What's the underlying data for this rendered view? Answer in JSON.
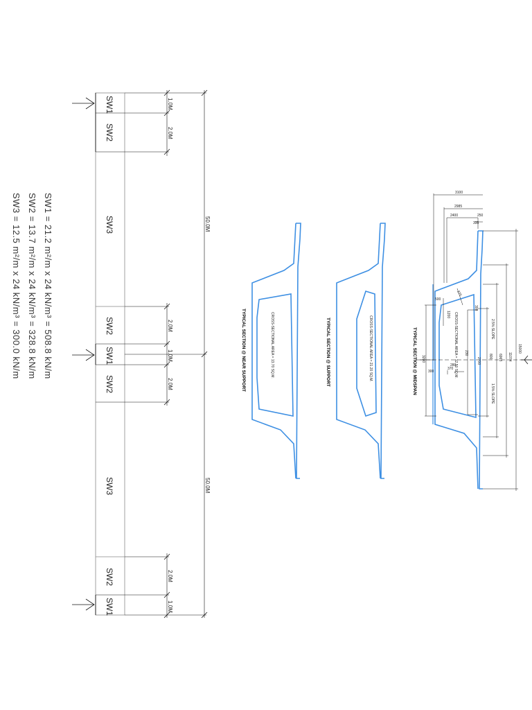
{
  "formulas": {
    "sw1": "SW1  =  21.2  m²/m  x  24  kN/m³  =   508.8  kN/m",
    "sw2": "SW2  =  13.7  m²/m  x  24  kN/m³  =   328.8  kN/m",
    "sw3": "SW3  =  12.5  m²/m  x  24  kN/m³  =   300.0  kN/m"
  },
  "segments": {
    "sw1_top": "SW1",
    "sw2_top": "SW2",
    "sw3_top": "SW3",
    "sw2_mid_a": "SW2",
    "sw1_mid": "SW1",
    "sw2_mid_b": "SW2",
    "sw3_bot": "SW3",
    "sw2_bot": "SW2",
    "sw1_bot": "SW1"
  },
  "dimensions": {
    "d1_top": "1.0M",
    "d2_top": "2.0M",
    "span1": "50.0M",
    "d2_mid_a": "2.0M",
    "d1_mid": "1.0M",
    "d2_mid_b": "2.0M",
    "span2": "50.0M",
    "d2_bot": "2.0M",
    "d1_bot": "1.0M"
  },
  "sections": {
    "near_support_title": "TYPICAL SECTION @ NEAR SUPPORT",
    "near_support_area": "CROSS-SECTIONAL AREA  =  13.70 SQ.M.",
    "support_title": "TYPICAL SECTION @ SUPPORT",
    "support_area": "CROSS-SECTIONAL AREA  =  21.20 SQ.M.",
    "midspan_title": "TYPICAL SECTION @ MIDSPAN",
    "midspan_area": "CROSS-SECTIONAL AREA  =  12.50 SQ.M."
  },
  "midspan_dims": {
    "d3100": "3100",
    "d2985": "2985",
    "d2400": "2400",
    "d250": "250",
    "d335": "335",
    "d15000": "15000",
    "d11074": "11074",
    "d6963": "6963",
    "d280": "280",
    "d300a": "300",
    "d300b": "300",
    "d1200": "1200",
    "d500": "500",
    "d3200": "3200",
    "d2700": "2700",
    "slope1": "2.5% SLOPE",
    "slope2": "1.5% SLOPE",
    "d800": "800",
    "d275": "275",
    "d370": "370",
    "d230": "230"
  },
  "colors": {
    "section_stroke": "#3d8fe3",
    "line": "#111111"
  }
}
